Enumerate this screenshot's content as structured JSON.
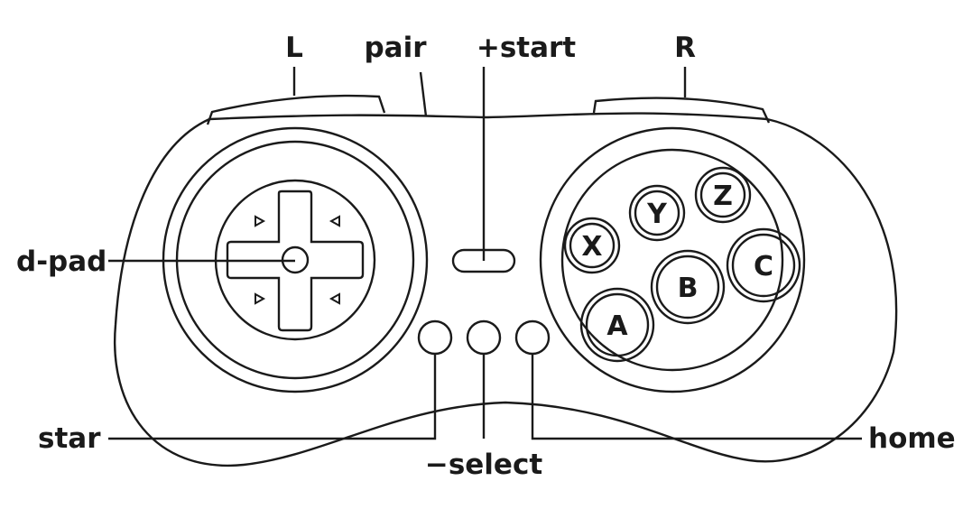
{
  "labels": {
    "l": "L",
    "pair": "pair",
    "start": "+start",
    "r": "R",
    "dpad": "d-pad",
    "star": "star",
    "select": "−select",
    "home": "home"
  },
  "face_buttons": {
    "x": "X",
    "y": "Y",
    "z": "Z",
    "a": "A",
    "b": "B",
    "c": "C"
  },
  "colors": {
    "ink": "#1a1a1a",
    "background": "#ffffff"
  }
}
